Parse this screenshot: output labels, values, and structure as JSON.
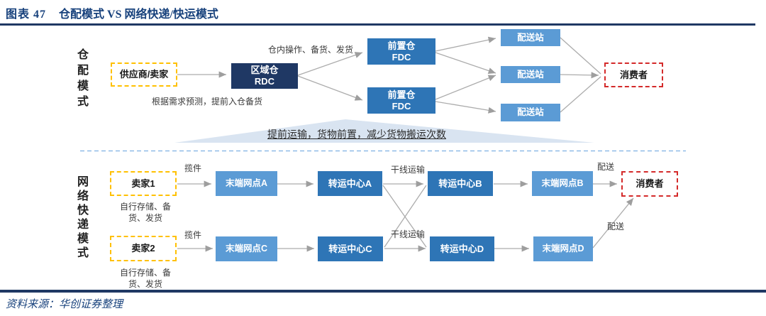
{
  "title": {
    "prefix": "图表 47",
    "text": "仓配模式 VS 网络快递/快运模式"
  },
  "colors": {
    "title_blue": "#17417c",
    "rule_navy": "#1F3864",
    "rdc_navy": "#1F3864",
    "center_blue": "#2E75B6",
    "node_light_blue": "#5B9BD5",
    "seller_yellow": "#FFC000",
    "consumer_red": "#D42A2A",
    "connector_gray": "#ACACAC",
    "banner_light_blue": "#D9E4F1",
    "divider_blue": "#8FBBE8"
  },
  "top": {
    "label": "仓配模式",
    "supplier": "供应商/卖家",
    "rdc": {
      "line1": "区域仓",
      "line2": "RDC"
    },
    "fdc": {
      "line1": "前置仓",
      "line2": "FDC"
    },
    "station": "配送站",
    "consumer": "消费者",
    "note_inside": "仓内操作、备货、发货",
    "note_restock": "根据需求预测，提前入仓备货"
  },
  "banner": {
    "text": "提前运输，货物前置，减少货物搬运次数"
  },
  "bottom": {
    "label": "网络快递模式",
    "seller1": "卖家1",
    "seller2": "卖家2",
    "self_note": "自行存储、备货、发货",
    "pickup": "揽件",
    "trunk": "干线运输",
    "delivery": "配送",
    "node_a": "末端网点A",
    "node_b": "末端网点B",
    "node_c": "末端网点C",
    "node_d": "末端网点D",
    "center_a": "转运中心A",
    "center_b": "转运中心B",
    "center_c": "转运中心C",
    "center_d": "转运中心D",
    "consumer": "消费者"
  },
  "footer": {
    "source": "资料来源：华创证券整理"
  }
}
